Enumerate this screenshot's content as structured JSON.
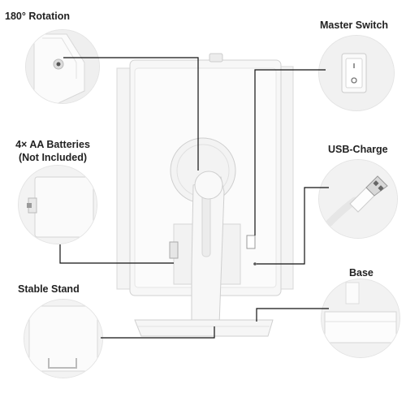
{
  "labels": {
    "rotation": "180° Rotation",
    "master_switch": "Master Switch",
    "batteries_line1": "4× AA Batteries",
    "batteries_line2": "(Not Included)",
    "usb_charge": "USB-Charge",
    "stable_stand": "Stable Stand",
    "base": "Base"
  },
  "colors": {
    "text": "#222222",
    "leader_line": "#111111",
    "product": "#f4f4f4",
    "product_edge": "#d8d8d8"
  }
}
